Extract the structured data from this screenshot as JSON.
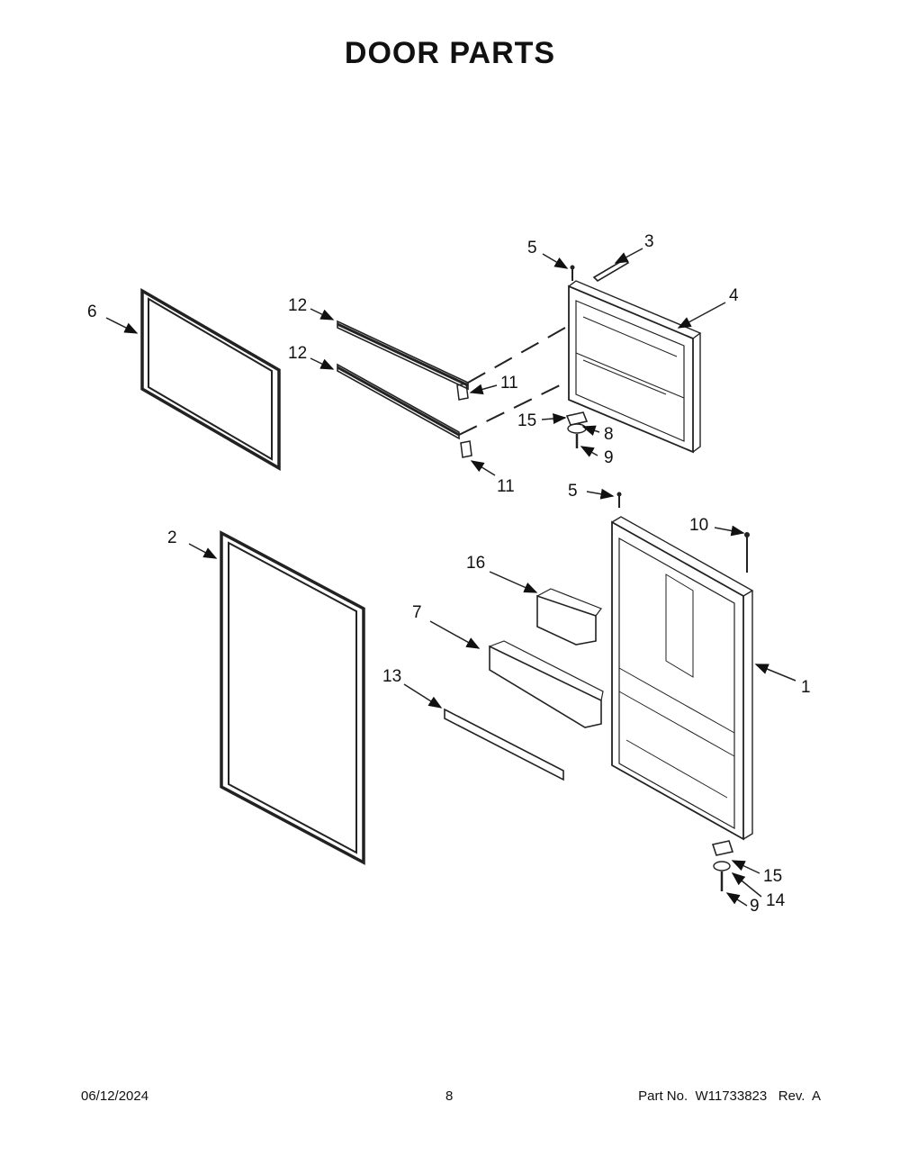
{
  "title": "DOOR PARTS",
  "callouts": {
    "c1": "1",
    "c2": "2",
    "c3": "3",
    "c4": "4",
    "c5a": "5",
    "c5b": "5",
    "c6": "6",
    "c7": "7",
    "c8": "8",
    "c9a": "9",
    "c9b": "9",
    "c10": "10",
    "c11a": "11",
    "c11b": "11",
    "c12a": "12",
    "c12b": "12",
    "c13": "13",
    "c14": "14",
    "c15a": "15",
    "c15b": "15",
    "c16": "16"
  },
  "footer": {
    "date": "06/12/2024",
    "page": "8",
    "part": "Part No.  W11733823   Rev.  A"
  }
}
